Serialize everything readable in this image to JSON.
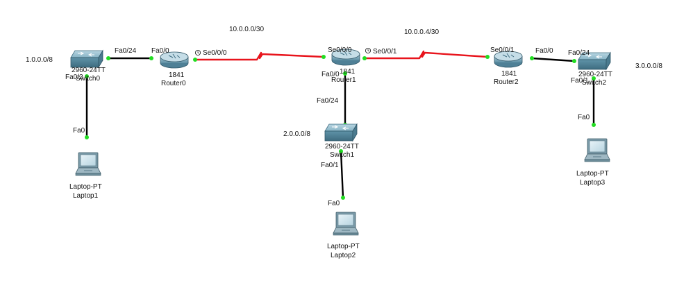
{
  "networks": {
    "net_10_0": "10.0.0.0/30",
    "net_10_4": "10.0.0.4/30",
    "net_1": "1.0.0.0/8",
    "net_2": "2.0.0.0/8",
    "net_3": "3.0.0.0/8"
  },
  "devices": {
    "switch0": {
      "model": "2960-24TT",
      "name": "Switch0"
    },
    "switch1": {
      "model": "2960-24TT",
      "name": "Switch1"
    },
    "switch2": {
      "model": "2960-24TT",
      "name": "Switch2"
    },
    "router0": {
      "model": "1841",
      "name": "Router0"
    },
    "router1": {
      "model": "1841",
      "name": "Router1"
    },
    "router2": {
      "model": "1841",
      "name": "Router2"
    },
    "laptop1": {
      "model": "Laptop-PT",
      "name": "Laptop1"
    },
    "laptop2": {
      "model": "Laptop-PT",
      "name": "Laptop2"
    },
    "laptop3": {
      "model": "Laptop-PT",
      "name": "Laptop3"
    }
  },
  "ports": {
    "sw0_fa24": "Fa0/24",
    "sw0_fa2": "Fa0/2",
    "r0_fa0": "Fa0/0",
    "r0_se0": "Se0/0/0",
    "r1_se0": "Se0/0/0",
    "r1_se1": "Se0/0/1",
    "r1_fa0": "Fa0/0",
    "r2_se1": "Se0/0/1",
    "r2_fa0": "Fa0/0",
    "sw2_fa24": "Fa0/24",
    "sw2_fa1": "Fa0/1",
    "sw1_fa24": "Fa0/24",
    "sw1_fa1": "Fa0/1",
    "lap1_fa0": "Fa0",
    "lap2_fa0": "Fa0",
    "lap3_fa0": "Fa0"
  },
  "colors": {
    "ethernet": "#000000",
    "serial": "#e8141c",
    "port_up": "#22dd22",
    "device_body": "#7aa6b8",
    "device_dark": "#3e6c80"
  },
  "icons": {
    "switch": "switch-icon",
    "router": "router-icon",
    "laptop": "laptop-icon",
    "clock": "clock-icon"
  }
}
